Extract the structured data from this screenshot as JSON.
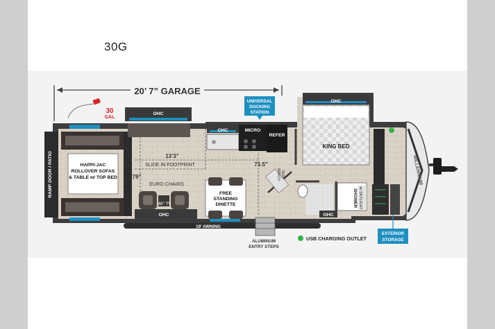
{
  "model": "30G",
  "labels": {
    "garage": "20’ 7” GARAGE",
    "fuel_num": "30",
    "fuel_unit": "GAL",
    "docking_1": "UNIVERSAL",
    "docking_2": "DOCKING",
    "docking_3": "STATION",
    "ohc_1": "OHC",
    "ohc_2": "OHC",
    "ohc_3": "OHC",
    "ohc_4": "OHC",
    "ohc_5": "OHC",
    "micro": "MICRO",
    "refer": "REFER",
    "king_bed": "KING BED",
    "dim_133": "13’3”",
    "dim_735": "73.5”",
    "dim_79": "79”",
    "slide": "SLIDE IN FOOTPRINT",
    "euro": "EURO CHAIRS",
    "tv": "40” TV",
    "dinette_1": "FREE",
    "dinette_2": "STANDING",
    "dinette_3": "DINETTE",
    "sofa_1": "HAPPI-JAC",
    "sofa_2": "ROLLOVER SOFAS",
    "sofa_3": "& TABLE w/ TOP BED",
    "ramp": "RAMP DOOR / PATIO",
    "awning": "19’ AWNING",
    "steps_1": "ALUMINUM",
    "steps_2": "ENTRY STEPS",
    "usb": "USB CHARGING OUTLET",
    "storage_1": "EXTERIOR",
    "storage_2": "STORAGE",
    "shower_1": "SHOWER",
    "shower_2": "w/ SKYLIGHT",
    "bench_1": "BENCH",
    "bench_2": "SEAT",
    "brand": "MILLENNIUM"
  },
  "colors": {
    "teal": "#1e8fc0",
    "fuel_red": "#d7262b",
    "usb_green": "#34b44a",
    "wall": "#3a3a3a"
  }
}
